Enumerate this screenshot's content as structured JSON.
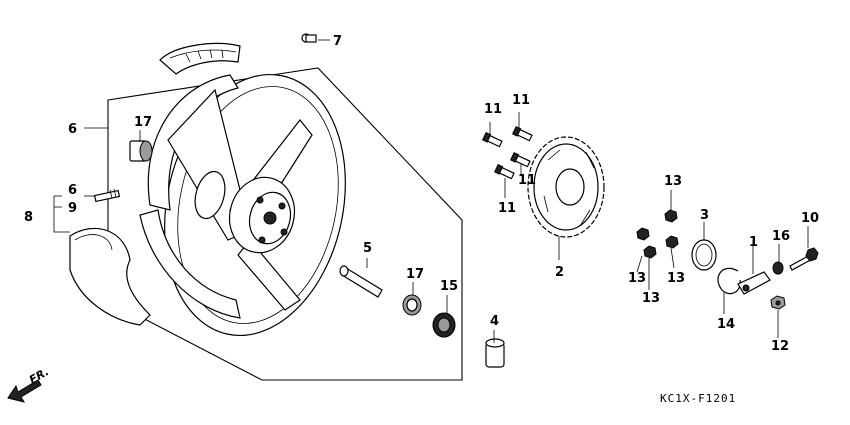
{
  "diagram": {
    "labels": [
      {
        "key": "p7",
        "text": "7"
      },
      {
        "key": "p6a",
        "text": "6"
      },
      {
        "key": "p17a",
        "text": "17"
      },
      {
        "key": "p6b",
        "text": "6"
      },
      {
        "key": "p9",
        "text": "9"
      },
      {
        "key": "p8",
        "text": "8"
      },
      {
        "key": "p11a",
        "text": "11"
      },
      {
        "key": "p11b",
        "text": "11"
      },
      {
        "key": "p11c",
        "text": "11"
      },
      {
        "key": "p11d",
        "text": "11"
      },
      {
        "key": "p2",
        "text": "2"
      },
      {
        "key": "p5",
        "text": "5"
      },
      {
        "key": "p17b",
        "text": "17"
      },
      {
        "key": "p15",
        "text": "15"
      },
      {
        "key": "p4",
        "text": "4"
      },
      {
        "key": "p13a",
        "text": "13"
      },
      {
        "key": "p3",
        "text": "3"
      },
      {
        "key": "p13b",
        "text": "13"
      },
      {
        "key": "p13c",
        "text": "13"
      },
      {
        "key": "p13d",
        "text": "13"
      },
      {
        "key": "p1",
        "text": "1"
      },
      {
        "key": "p14",
        "text": "14"
      },
      {
        "key": "p16",
        "text": "16"
      },
      {
        "key": "p10",
        "text": "10"
      },
      {
        "key": "p12",
        "text": "12"
      }
    ],
    "direction_label": "FR.",
    "diagram_code": "KC1X-F1201"
  },
  "colors": {
    "ink": "#000000",
    "background": "#ffffff",
    "shade": "#9a9a9a"
  }
}
